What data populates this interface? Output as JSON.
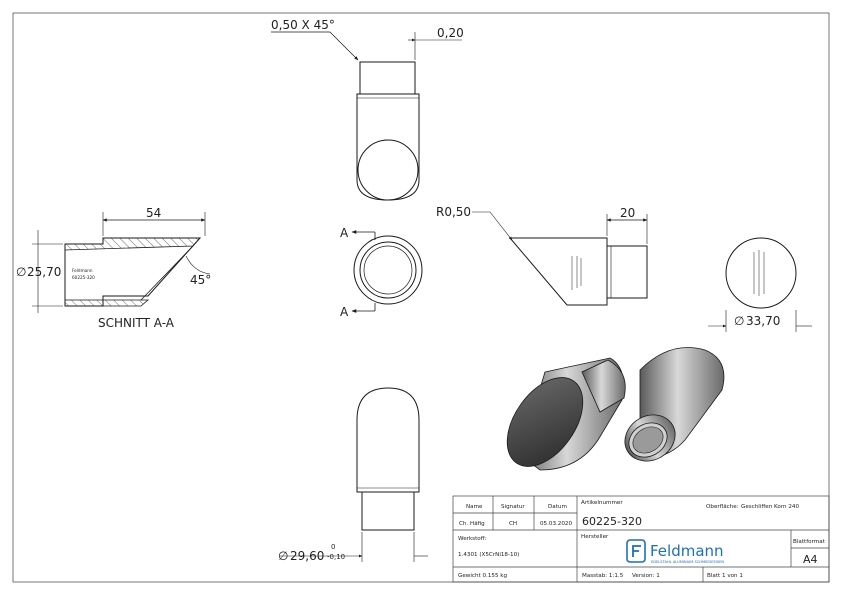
{
  "dimensions": {
    "chamfer": "0,50 X 45°",
    "wall": "0,20",
    "section_length": "54",
    "section_diameter": "25,70",
    "section_angle": "45°",
    "radius": "R0,50",
    "spigot_length": "20",
    "outer_diameter": "33,70",
    "spigot_diameter": "29,60",
    "tol_upper": "0",
    "tol_lower": "-0,10"
  },
  "section": {
    "title": "SCHNITT A-A",
    "marker": "A",
    "engraving": [
      "Feldmann",
      "60225-320"
    ]
  },
  "title_block": {
    "col_name": "Name",
    "col_signatur": "Signatur",
    "col_datum": "Datum",
    "name": "Ch. Häfig",
    "signatur": "CH",
    "datum": "05.03.2020",
    "label_artikel": "Artikelnummer",
    "artikel": "60225-320",
    "label_oberflaeche": "Oberfläche:",
    "oberflaeche": "Geschliffen Korn 240",
    "label_werkstoff": "Werkstoff:",
    "werkstoff": "1.4301 (X5CrNi18-10)",
    "label_hersteller": "Hersteller",
    "brand": "Feldmann",
    "brand_tagline": "EDELSTAHL ALUMINIUM SCHMIEDEEISEN",
    "label_blattformat": "Blattformat",
    "blattformat": "A4",
    "gewicht": "Gewicht 0.155 kg",
    "massstab": "Masstab: 1:1.5",
    "version": "Version: 1",
    "blatt": "Blatt 1 von 1"
  },
  "colors": {
    "line": "#1a1a1a",
    "brand": "#1f6fb2",
    "dark_face": "#3a3a3a"
  }
}
